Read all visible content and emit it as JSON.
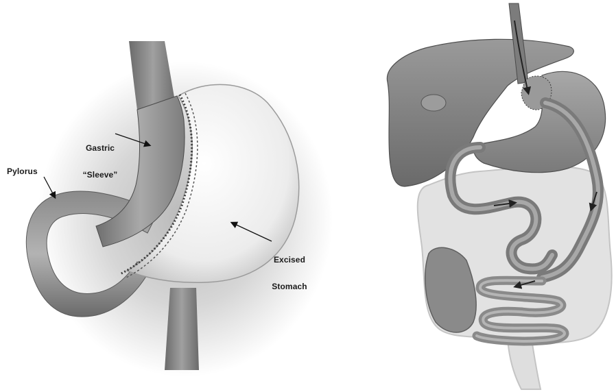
{
  "left_figure": {
    "labels": {
      "gastric_line1": "Gastric",
      "gastric_line2": "“Sleeve”",
      "pylorus": "Pylorus",
      "excised_line1": "Excised",
      "excised_line2": "Stomach"
    }
  },
  "right_figure": {}
}
